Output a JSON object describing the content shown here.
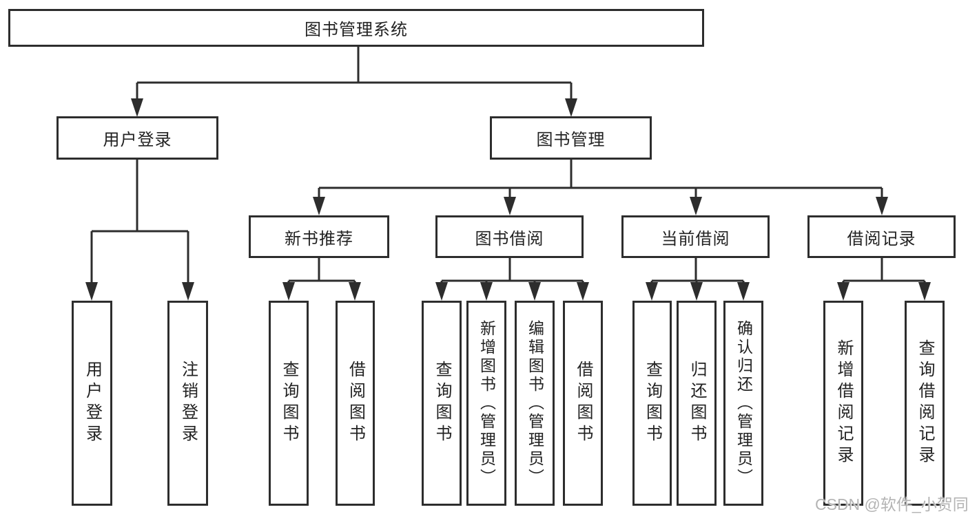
{
  "watermark": "CSDN @软件_小贺同学",
  "colors": {
    "line": "#2d2d2d",
    "text": "#222222",
    "watermark": "#b4b4b4",
    "background": "#ffffff"
  },
  "nodes": {
    "root": "图书管理系统",
    "user_login": "用户登录",
    "book_mgmt": "图书管理",
    "new_book_rec": "新书推荐",
    "book_borrow": "图书借阅",
    "current_borrow": "当前借阅",
    "borrow_record": "借阅记录",
    "leaf_user_login": "用户登录",
    "leaf_logout": "注销登录",
    "rec_query_book": "查询图书",
    "rec_borrow_book": "借阅图书",
    "borrow_query_book": "查询图书",
    "borrow_add_book": "新增图书（管理员）",
    "borrow_edit_book": "编辑图书（管理员）",
    "borrow_borrow_book": "借阅图书",
    "current_query_book": "查询图书",
    "current_return_book": "归还图书",
    "current_confirm_return": "确认归还（管理员）",
    "record_add": "新增借阅记录",
    "record_query": "查询借阅记录"
  },
  "hierarchy": {
    "root": "图书管理系统",
    "children": [
      {
        "label": "用户登录",
        "children": [
          "用户登录",
          "注销登录"
        ]
      },
      {
        "label": "图书管理",
        "children": [
          {
            "label": "新书推荐",
            "children": [
              "查询图书",
              "借阅图书"
            ]
          },
          {
            "label": "图书借阅",
            "children": [
              "查询图书",
              "新增图书（管理员）",
              "编辑图书（管理员）",
              "借阅图书"
            ]
          },
          {
            "label": "当前借阅",
            "children": [
              "查询图书",
              "归还图书",
              "确认归还（管理员）"
            ]
          },
          {
            "label": "借阅记录",
            "children": [
              "新增借阅记录",
              "查询借阅记录"
            ]
          }
        ]
      }
    ]
  }
}
